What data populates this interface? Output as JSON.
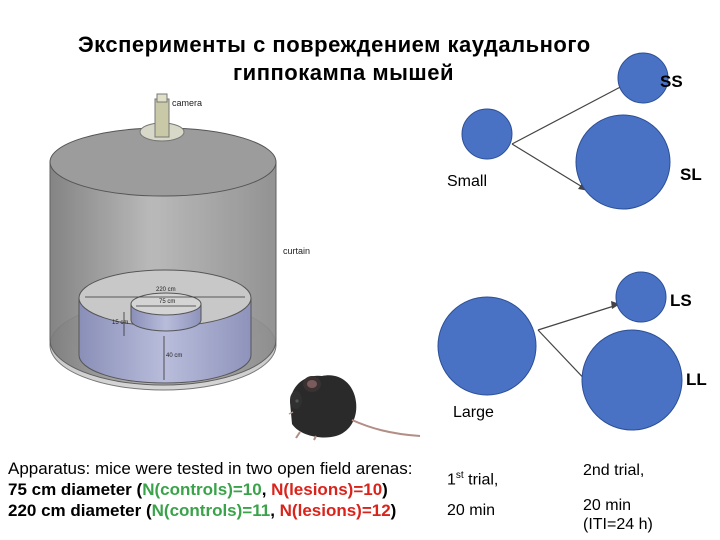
{
  "title": {
    "line1": "Эксперименты с повреждением каудального",
    "line2": "гиппокампа мышей"
  },
  "apparatus_diagram": {
    "camera_label": "camera",
    "curtain_label": "curtain",
    "dim_outer": "220 cm",
    "dim_inner": "75 cm",
    "dim_small_wall": "15 cm",
    "dim_wall": "40 cm"
  },
  "arena_diagram": {
    "small_label": "Small",
    "large_label": "Large",
    "ss_label": "SS",
    "sl_label": "SL",
    "ls_label": "LS",
    "ll_label": "LL",
    "circle_color": "#4a72c4"
  },
  "apparatus_text": {
    "line1_label": "Apparatus",
    "line1_rest": ": mice were tested in two open field arenas:",
    "line2_size": "75 cm diameter (",
    "line2_controls": "N(controls)=10",
    "line2_sep": ", ",
    "line2_lesions": "N(lesions)=10",
    "line2_end": ")",
    "line3_size": "220 cm diameter (",
    "line3_controls": "N(controls)=11",
    "line3_sep": ", ",
    "line3_lesions": "N(lesions)=12",
    "line3_end": ")"
  },
  "trial1": {
    "prefix": "1",
    "sup": "st",
    "suffix": " trial,",
    "duration": "20 min"
  },
  "trial2": {
    "label": "2nd trial,",
    "duration": "20 min",
    "iti": "(ITI=24 h)"
  }
}
